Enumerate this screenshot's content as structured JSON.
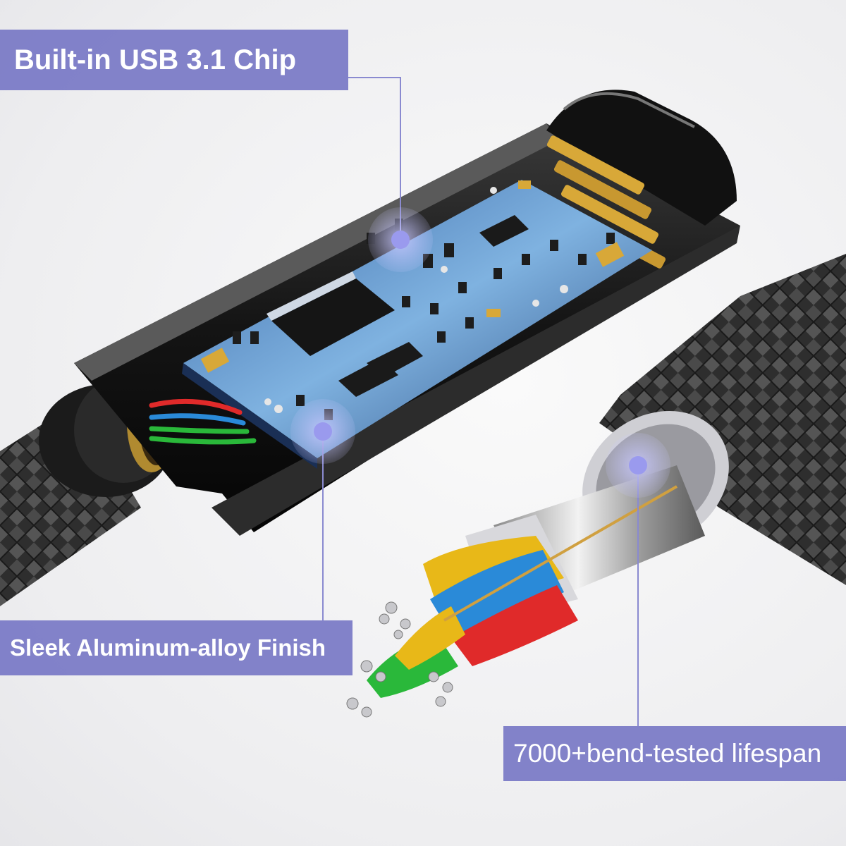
{
  "callouts": {
    "chip": "Built-in USB 3.1 Chip",
    "finish": "Sleek Aluminum-alloy Finish",
    "lifespan": "7000+bend-tested lifespan"
  },
  "colors": {
    "callout_bg": "#7676c4",
    "callout_text": "#ffffff",
    "leader_line": "#8a8ad0",
    "pcb_blue": "#2b4f86",
    "gold_contacts": "#d8a838",
    "housing": "#1c1c1c",
    "braid": "#3a3a3a"
  },
  "wire_colors": [
    "#e8b818",
    "#2a8ad8",
    "#e02a2a",
    "#2ab83a",
    "#c0c0c0"
  ],
  "icons": [
    "highlight-dot-icon"
  ]
}
